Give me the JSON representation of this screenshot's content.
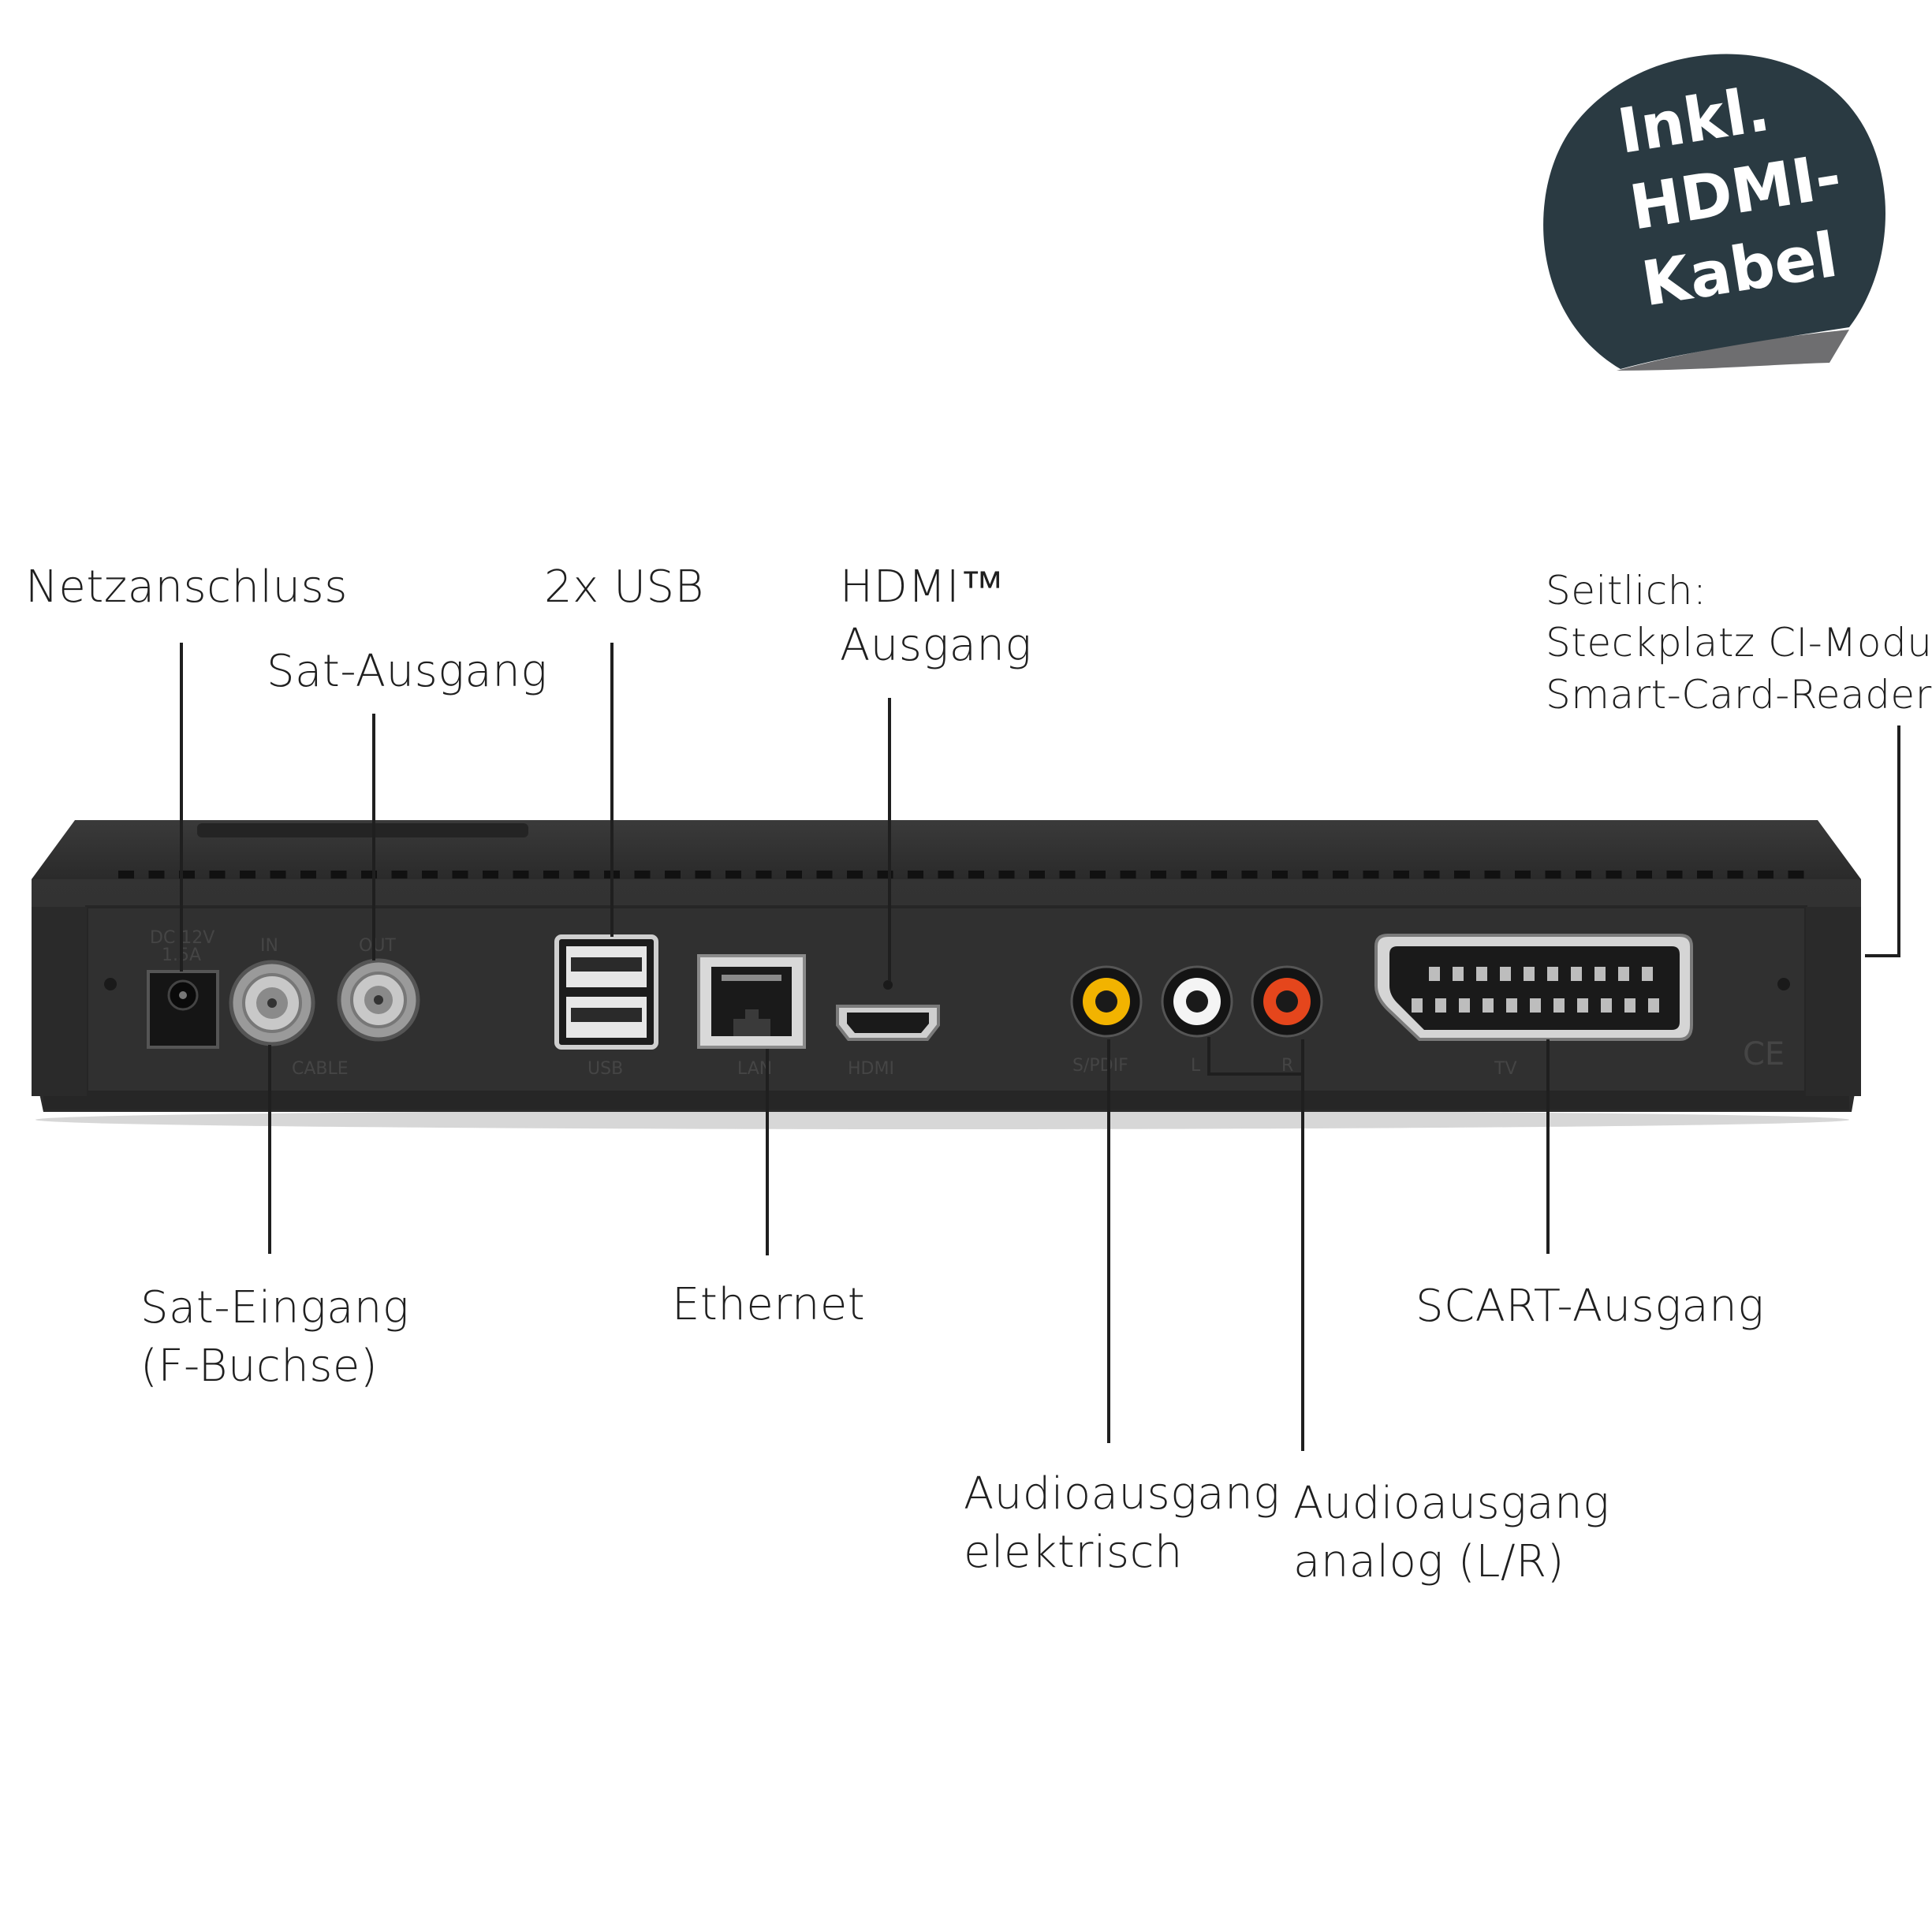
{
  "badge": {
    "line1": "Inkl.",
    "line2": "HDMI-",
    "line3": "Kabel",
    "color": "#2a3a42",
    "curl_color": "#6e6e70"
  },
  "device_color": "#2e2e2e",
  "labels": {
    "power": "Netzanschluss",
    "sat_out": "Sat-Ausgang",
    "usb": "2x USB",
    "hdmi_line1": "HDMI™",
    "hdmi_line2": "Ausgang",
    "side_line1": "Seitlich:",
    "side_line2": "Steckplatz CI-Modul",
    "side_line3": "Smart-Card-Reader",
    "sat_in_line1": "Sat-Eingang",
    "sat_in_line2": "(F-Buchse)",
    "ethernet": "Ethernet",
    "scart": "SCART-Ausgang",
    "audio_el_line1": "Audioausgang",
    "audio_el_line2": "elektrisch",
    "audio_an_line1": "Audioausgang",
    "audio_an_line2": "analog (L/R)"
  },
  "panel_prints": {
    "dc": "DC 12V",
    "dc2": "1.5A",
    "in": "IN",
    "out": "OUT",
    "cable": "CABLE",
    "usb": "USB",
    "lan": "LAN",
    "hdmi": "HDMI",
    "spdif": "S/PDIF",
    "l": "L",
    "r": "R",
    "tv": "TV",
    "ce": "CE"
  }
}
